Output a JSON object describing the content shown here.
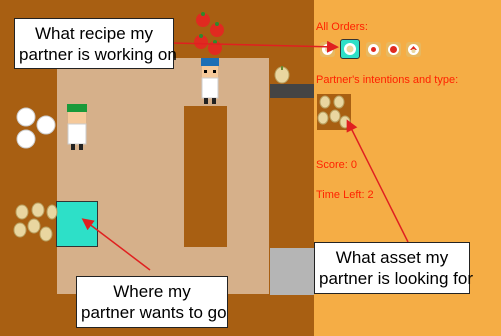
{
  "callouts": {
    "recipe": {
      "line1": "What recipe my",
      "line2": "partner is working on"
    },
    "destination": {
      "line1": "Where my",
      "line2": "partner wants to go"
    },
    "asset": {
      "line1": "What asset my",
      "line2": "partner is looking for"
    }
  },
  "sidebar": {
    "orders_label": "All Orders:",
    "orders": [
      "onion-soup-icon",
      "onion-soup-icon",
      "tomato-soup-icon",
      "tomato-soup-icon",
      "mixed-soup-icon"
    ],
    "selected_order_index": 1,
    "intentions_label": "Partner's intentions and type:",
    "intention_asset": "onion-pile-icon",
    "score_label": "Score: 0",
    "time_label": "Time Left: 2"
  },
  "colors": {
    "wall": "#a85f12",
    "floor": "#d6b08a",
    "counter": "#a85f12",
    "sidebar": "#f5ad45",
    "sidebar_text": "#ff2200",
    "goal_tile": "#2de0c8",
    "serve_tile": "#b5b5b5",
    "arrow": "#e02020"
  }
}
